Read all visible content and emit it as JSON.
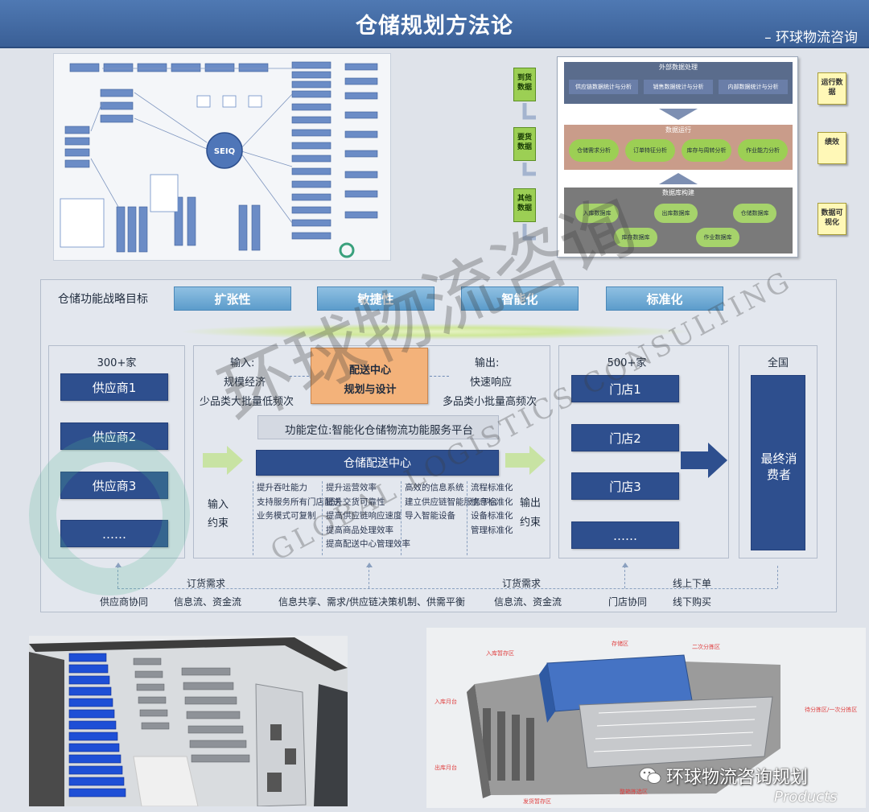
{
  "header": {
    "title": "仓储规划方法论",
    "subtitle": "– 环球物流咨询"
  },
  "top_left": {
    "hub_label": "SEIQ"
  },
  "top_right": {
    "left_items": [
      "到货数据",
      "要货数据",
      "其他数据"
    ],
    "right_items": [
      "运行数据",
      "绩效",
      "数据可视化"
    ],
    "center": {
      "section1_title": "外部数据处理",
      "section1_items": [
        "供应链数据统计与分析",
        "销售数据统计与分析",
        "内部数据统计与分析"
      ],
      "section2_title": "数据运行",
      "section2_items": [
        "仓储需求分析",
        "订单特征分析",
        "库存与周转分析",
        "作业能力分析"
      ],
      "section3_title": "数据库构建",
      "section3_items": [
        "入库数据库",
        "出库数据库",
        "仓储数据库",
        "库存数据库",
        "作业数据库"
      ]
    }
  },
  "strategy": {
    "label": "仓储功能战略目标",
    "goals": [
      "扩张性",
      "敏捷性",
      "智能化",
      "标准化"
    ]
  },
  "suppliers": {
    "count": "300+家",
    "items": [
      "供应商1",
      "供应商2",
      "供应商3",
      "……"
    ]
  },
  "center": {
    "input_title": "输入:",
    "input_lines": [
      "规模经济",
      "少品类大批量低频次"
    ],
    "core_box": [
      "配送中心",
      "规划与设计"
    ],
    "output_title": "输出:",
    "output_lines": [
      "快速响应",
      "多品类小批量高频次"
    ],
    "positioning": "功能定位:智能化仓储物流功能服务平台",
    "dc_label": "仓储配送中心",
    "input_constraint": [
      "输入",
      "约束"
    ],
    "output_constraint": [
      "输出",
      "约束"
    ],
    "col1": [
      "提升吞吐能力",
      "支持服务所有门店配送",
      "业务模式可复制"
    ],
    "col2": [
      "提升运营效率",
      "提升交货可靠性",
      "提高供应链响应速度",
      "提高商品处理效率",
      "提高配送中心管理效率"
    ],
    "col3": [
      "高效的信息系统",
      "建立供应链智能服务平台",
      "导入智能设备"
    ],
    "col4": [
      "流程标准化",
      "信息标准化",
      "设备标准化",
      "管理标准化"
    ]
  },
  "stores": {
    "count": "500+家",
    "items": [
      "门店1",
      "门店2",
      "门店3",
      "……"
    ]
  },
  "consumer": {
    "title": "全国",
    "box": [
      "最终消",
      "费者"
    ]
  },
  "flows": {
    "order_demand_left": "订货需求",
    "order_demand_right": "订货需求",
    "supplier_collab": "供应商协同",
    "info_capital_left": "信息流、资金流",
    "info_share": "信息共享、需求/供应链决策机制、供需平衡",
    "info_capital_right": "信息流、资金流",
    "store_collab": "门店协同",
    "online": "线上下单",
    "offline": "线下购买"
  },
  "bottom_right_labels": [
    "入库暂存区",
    "存储区",
    "二次分拣区",
    "入库月台",
    "待分拣区/一次分拣区",
    "出库月台",
    "发货暂存区",
    "整箱拣选区"
  ],
  "watermark": {
    "cn": "环球物流咨询",
    "en": "GLOBAL LOGISTICS CONSULTING",
    "wechat": "环球物流咨询规划",
    "corner": "Products"
  },
  "colors": {
    "header": "#3f6aa6",
    "navy": "#2e4f8e",
    "sky": "#6aa8d4",
    "orange": "#f3b27a",
    "green": "#9ccf54",
    "arrow_light": "#c8e3a3"
  }
}
